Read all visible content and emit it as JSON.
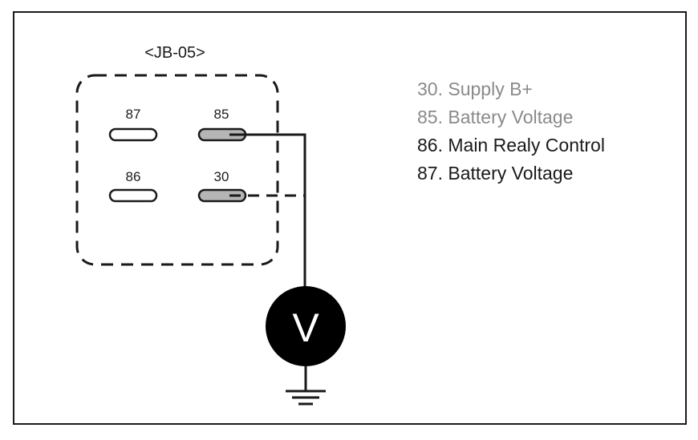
{
  "diagram": {
    "title": "<JB-05>",
    "pins": [
      {
        "id": "87",
        "label": "87",
        "wired": false
      },
      {
        "id": "85",
        "label": "85",
        "wired": true
      },
      {
        "id": "86",
        "label": "86",
        "wired": false
      },
      {
        "id": "30",
        "label": "30",
        "wired": true
      }
    ],
    "meter": {
      "symbol": "V",
      "icon": "voltmeter-icon"
    },
    "ground": {
      "icon": "ground-icon"
    }
  },
  "legend": {
    "items": [
      {
        "text": "30. Supply B+",
        "color": "#8a8a8a"
      },
      {
        "text": "85. Battery Voltage",
        "color": "#8a8a8a"
      },
      {
        "text": "86. Main Realy Control",
        "color": "#1a1a1a"
      },
      {
        "text": "87. Battery Voltage",
        "color": "#1a1a1a"
      }
    ]
  },
  "colors": {
    "stroke": "#1a1a1a",
    "pin_wired_fill": "#b5b5b5",
    "pin_unwired_fill": "#ffffff",
    "meter_fill": "#000000"
  }
}
